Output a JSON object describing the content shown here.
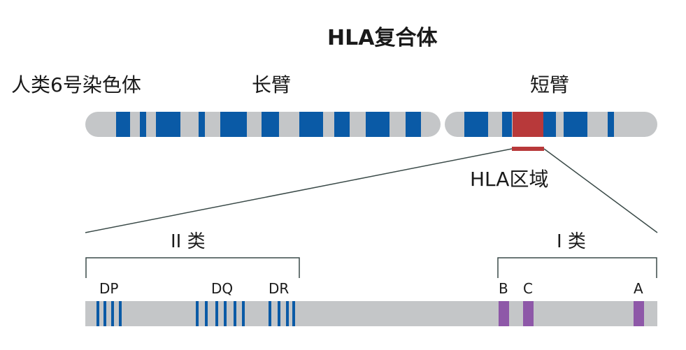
{
  "title": "HLA复合体",
  "chromosome_label": "人类6号染色体",
  "long_arm_label": "长臂",
  "short_arm_label": "短臂",
  "region_label": "HLA区域",
  "class2_label": "II 类",
  "class1_label": "I 类",
  "genes": {
    "dp": "DP",
    "dq": "DQ",
    "dr": "DR",
    "b": "B",
    "c": "C",
    "a": "A"
  },
  "colors": {
    "chromosome_base": "#c4c6c8",
    "band_blue": "#0a5aa6",
    "hla_region": "#b8393a",
    "class1_gene": "#8e58a8",
    "line": "#3a4a48"
  }
}
